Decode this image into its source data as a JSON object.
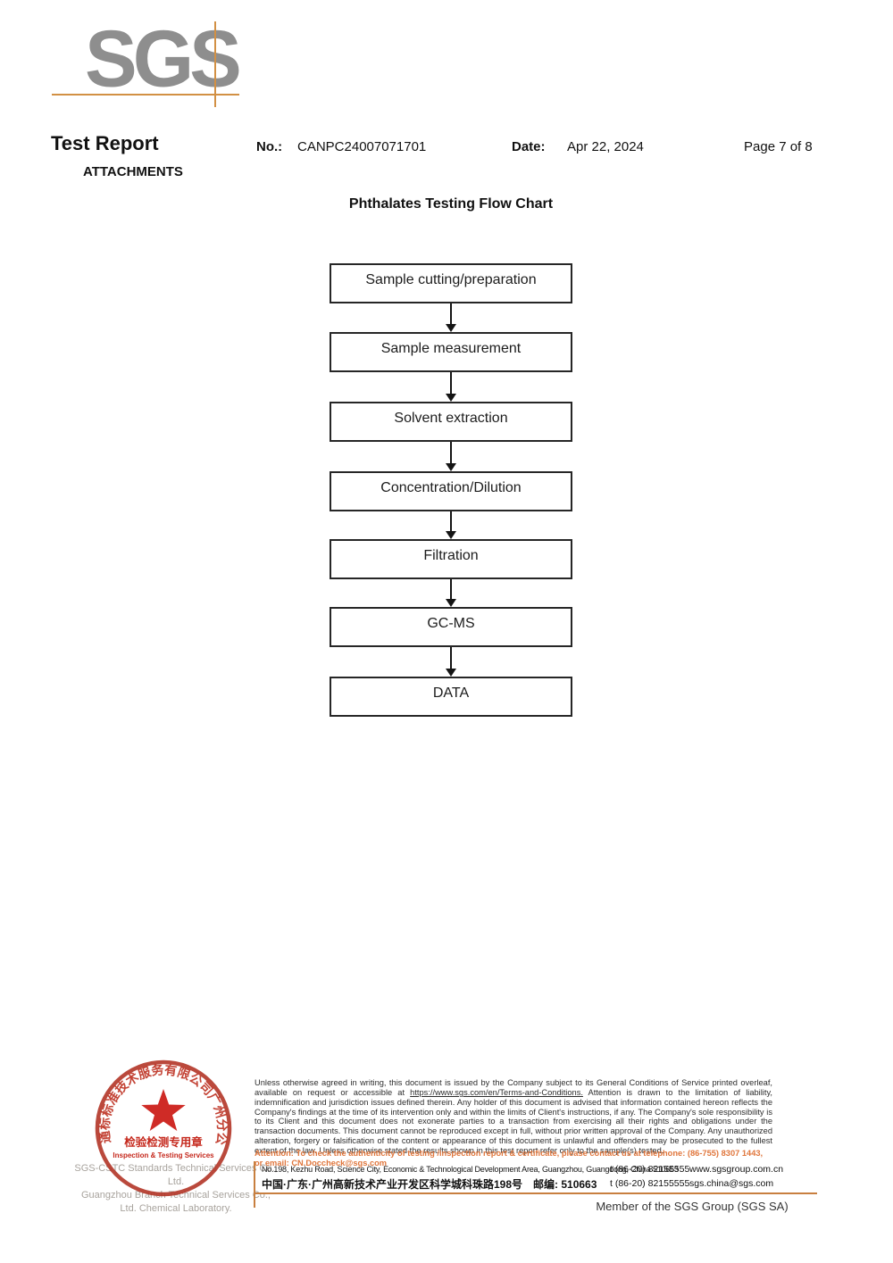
{
  "brand": {
    "logo_text": "SGS",
    "logo_gray": "#8e8e8e",
    "accent_orange": "#d29044"
  },
  "header": {
    "title": "Test Report",
    "attachments": "ATTACHMENTS",
    "no_label": "No.:",
    "no_value": "CANPC24007071701",
    "date_label": "Date:",
    "date_value": "Apr 22, 2024",
    "page_info": "Page 7 of 8"
  },
  "flow_chart": {
    "title": "Phthalates Testing Flow Chart",
    "steps": [
      "Sample cutting/preparation",
      "Sample measurement",
      "Solvent extraction",
      "Concentration/Dilution",
      "Filtration",
      "GC-MS",
      "DATA"
    ]
  },
  "stamp": {
    "ring_text": "通标标准技术服务有限公司广州分公司",
    "center_cn": "检验检测专用章",
    "center_en": "Inspection & Testing Services",
    "red": "#c5281c"
  },
  "footer": {
    "company_gray_1": "SGS-CSTC Standards Technical Services Co., Ltd.",
    "company_gray_2": "Guangzhou Branch Technical Services Co., Ltd. Chemical Laboratory.",
    "legal_part1": "Unless otherwise agreed in writing, this document is issued by the Company subject to its General Conditions of Service printed overleaf, available on request or accessible at ",
    "legal_link": "https://www.sgs.com/en/Terms-and-Conditions.",
    "legal_part2": " Attention is drawn to the limitation of liability, indemnification and jurisdiction issues defined therein. Any holder of this document is advised that information contained hereon reflects the Company's findings at the time of its intervention only and within the limits of Client's instructions, if any. The Company's sole responsibility is to its Client and this document does not exonerate parties to a transaction from exercising all their rights and obligations under the transaction documents. This document cannot be reproduced except in full, without prior written approval of the Company. Any unauthorized alteration, forgery or falsification of the content or appearance of this document is unlawful and offenders may be prosecuted to the fullest extent of the law. Unless otherwise stated the results shown in this test report refer only to the sample(s) tested.",
    "attention_text": "Attention: To check the authenticity of testing /inspection report & certificate, please contact us at telephone: (86-755) 8307 1443, or email: ",
    "attention_email": "CN.Doccheck@sgs.com",
    "address_en": "No.198, Kezhu Road, Science City, Economic & Technological Development Area, Guangzhou, Guangdong, China 510663",
    "address_cn": "中国·广东·广州高新技术产业开发区科学城科珠路198号　邮编: 510663",
    "tel1": "t (86-20) 82155555",
    "tel2": "t (86-20) 82155555",
    "web1": "www.sgsgroup.com.cn",
    "web2": "sgs.china@sgs.com",
    "member_text": "Member of the SGS Group (SGS SA)"
  }
}
